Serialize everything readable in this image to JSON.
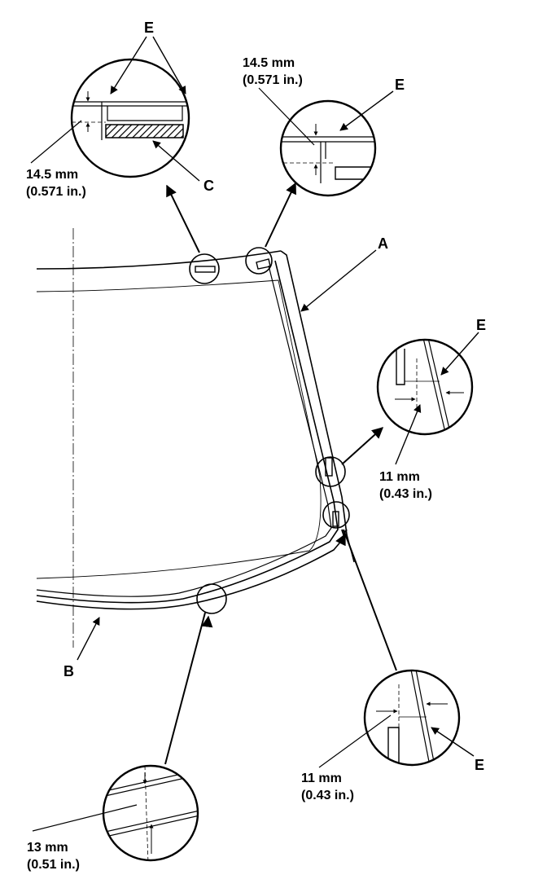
{
  "labels": {
    "a": "A",
    "b": "B",
    "c": "C",
    "e": "E"
  },
  "dimensions": {
    "top_left": {
      "mm": "14.5 mm",
      "inch": "(0.571 in.)"
    },
    "top_right": {
      "mm": "14.5 mm",
      "inch": "(0.571 in.)"
    },
    "right_upper": {
      "mm": "11 mm",
      "inch": "(0.43 in.)"
    },
    "right_lower": {
      "mm": "11 mm",
      "inch": "(0.43 in.)"
    },
    "bottom": {
      "mm": "13 mm",
      "inch": "(0.51 in.)"
    }
  }
}
